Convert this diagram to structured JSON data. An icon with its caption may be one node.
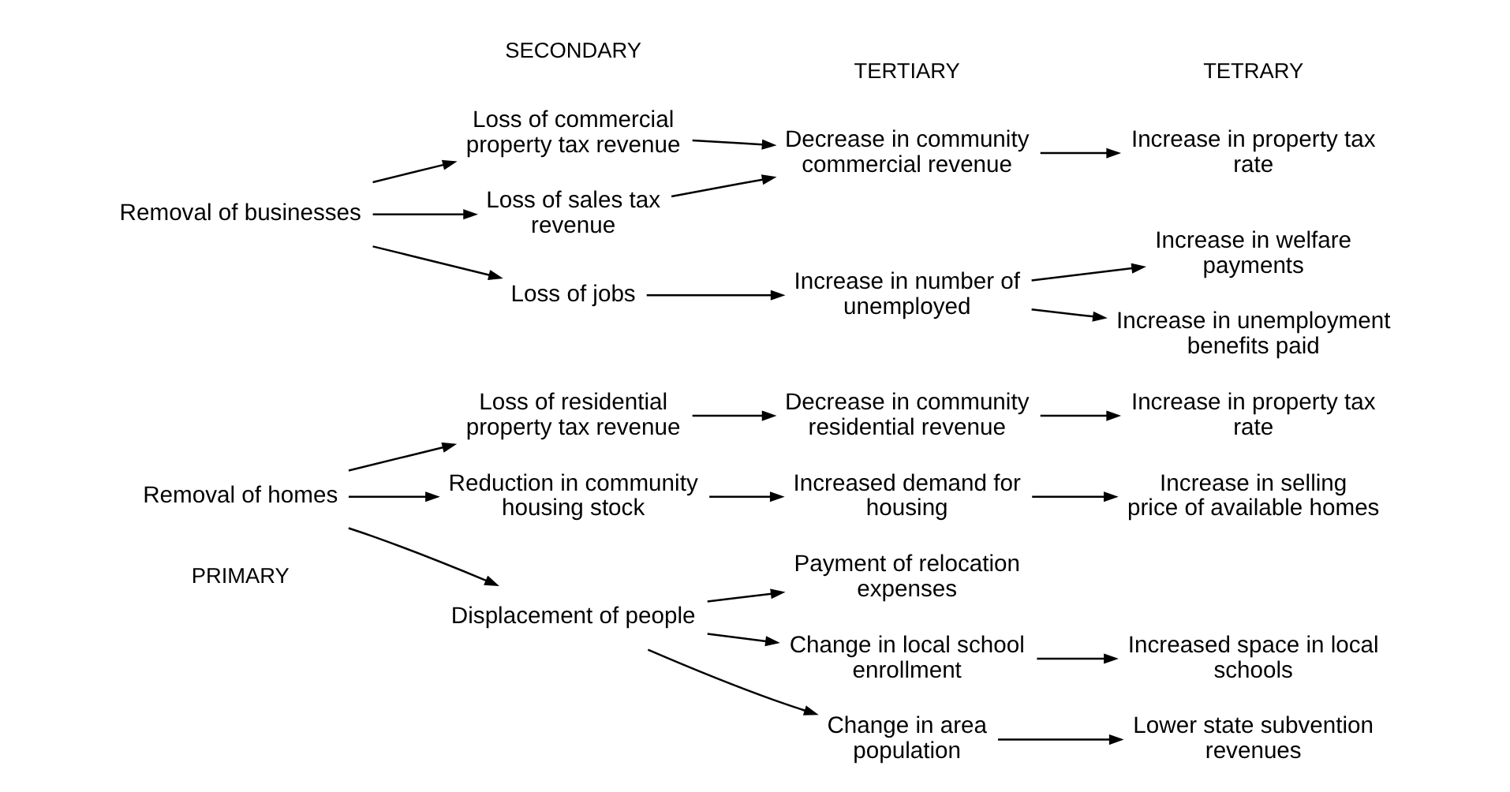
{
  "diagram": {
    "nodes": [
      {
        "text": [
          "Removal of homes"
        ]
      },
      {
        "text": [
          "Loss of residential property tax revenue"
        ]
      },
      {
        "text": [
          "Reduction in community housing stock"
        ]
      },
      {
        "text": [
          "Displacement of people"
        ]
      },
      {
        "text": [
          "Decrease in community residential revenue"
        ]
      },
      {
        "text": [
          "Increased demand for housing"
        ]
      },
      {
        "text": [
          "Payment of relocation expenses"
        ]
      },
      {
        "text": [
          "Change in local school enrollment"
        ]
      },
      {
        "text": [
          "Change in area population"
        ]
      },
      {
        "text": [
          "Increase in property tax rate"
        ]
      },
      {
        "text": [
          "Increase in selling price of available homes"
        ]
      },
      {
        "text": [
          "Increased space in local schools"
        ]
      },
      {
        "text": [
          "Lower state subvention revenues"
        ]
      },
      {
        "text": [
          "Removal of businesses"
        ]
      },
      {
        "text": [
          "Loss of commercial property tax revenue"
        ]
      },
      {
        "text": [
          "Loss of sales tax revenue"
        ]
      },
      {
        "text": [
          "Loss of jobs"
        ]
      },
      {
        "text": [
          "Decrease in community commercial revenue"
        ]
      },
      {
        "text": [
          "Increase in number of unemployed"
        ]
      },
      {
        "text": [
          "Increase in property tax rate"
        ]
      },
      {
        "text": [
          "Increase in welfare payments"
        ]
      },
      {
        "text": [
          "Increase in unemployment benefits paid"
        ]
      }
    ],
    "edges": [
      {
        "from": 0,
        "to": 1,
        "arrow": "to"
      },
      {
        "from": 0,
        "to": 2,
        "arrow": "to"
      },
      {
        "from": 0,
        "to": 3,
        "arrow": "to"
      },
      {
        "from": 1,
        "to": 4,
        "arrow": "to"
      },
      {
        "from": 2,
        "to": 5,
        "arrow": "to"
      },
      {
        "from": 3,
        "to": 6,
        "arrow": "to"
      },
      {
        "from": 3,
        "to": 7,
        "arrow": "to"
      },
      {
        "from": 3,
        "to": 8,
        "arrow": "to"
      },
      {
        "from": 4,
        "to": 9,
        "arrow": "to"
      },
      {
        "from": 5,
        "to": 10,
        "arrow": "to"
      },
      {
        "from": 7,
        "to": 11,
        "arrow": "to"
      },
      {
        "from": 8,
        "to": 12,
        "arrow": "to"
      },
      {
        "from": 13,
        "to": 14,
        "arrow": "to"
      },
      {
        "from": 13,
        "to": 15,
        "arrow": "to"
      },
      {
        "from": 13,
        "to": 16,
        "arrow": "to"
      },
      {
        "from": 14,
        "to": 17,
        "arrow": "to"
      },
      {
        "from": 15,
        "to": 17,
        "arrow": "to"
      },
      {
        "from": 17,
        "to": 19,
        "arrow": "to"
      },
      {
        "from": 16,
        "to": 18,
        "arrow": "to"
      },
      {
        "from": 18,
        "to": 20,
        "arrow": "to"
      },
      {
        "from": 18,
        "to": 21,
        "arrow": "to"
      }
    ],
    "labels": [
      "PRIMARY",
      "SECONDARY",
      "TERTIARY",
      "TETRARY"
    ]
  }
}
